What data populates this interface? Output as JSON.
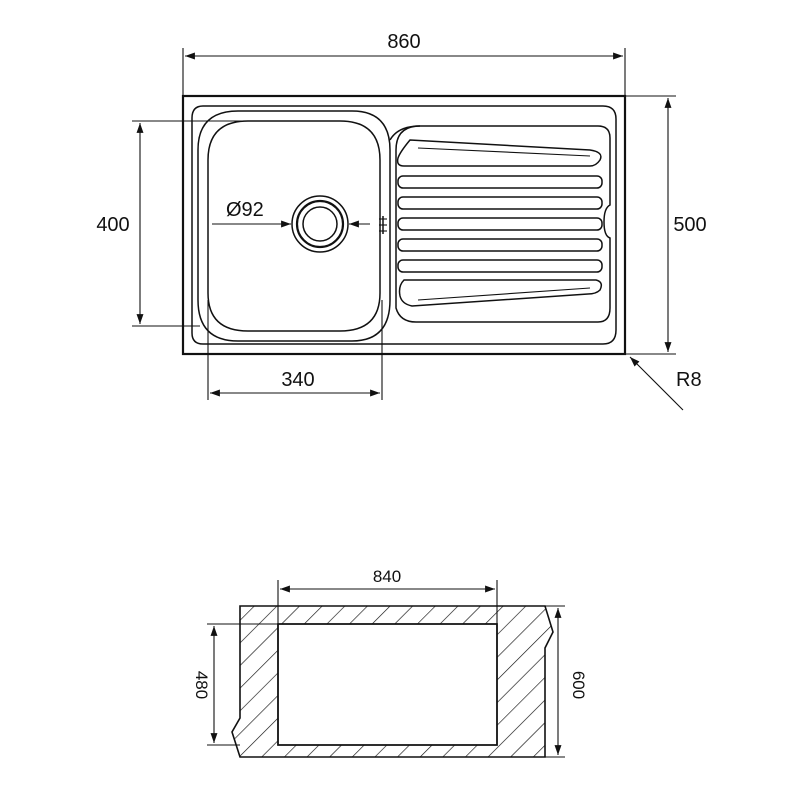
{
  "sink_top_view": {
    "overall_width": "860",
    "overall_depth": "500",
    "bowl_depth": "400",
    "bowl_width": "340",
    "drain_diameter": "Ø92",
    "corner_radius": "R8"
  },
  "cutout_view": {
    "cutout_width": "840",
    "cutout_depth": "480",
    "cabinet_depth": "600"
  }
}
